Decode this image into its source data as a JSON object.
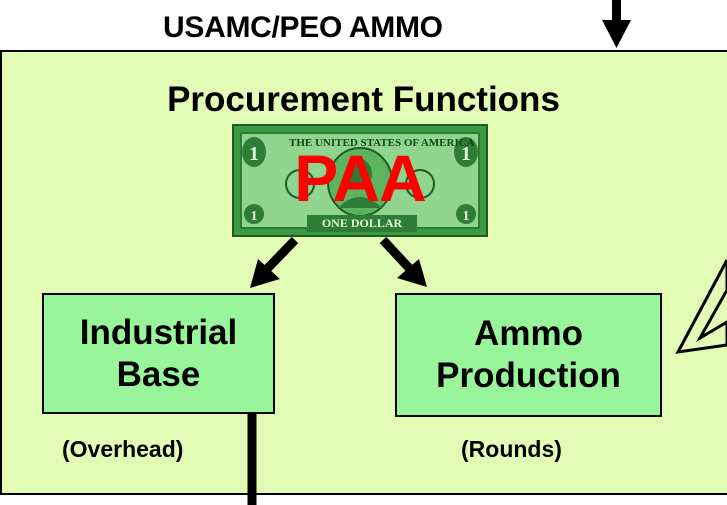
{
  "header": {
    "title": "USAMC/PEO AMMO"
  },
  "section": {
    "title": "Procurement  Functions"
  },
  "bill": {
    "top_text": "THE UNITED STATES OF AMERICA",
    "bottom_text": "ONE DOLLAR",
    "overlay_text": "PAA",
    "colors": {
      "bill_green": "#3c9a44",
      "overlay_red": "#ff0000"
    }
  },
  "boxes": {
    "industrial_base": {
      "label": "Industrial\nBase",
      "sub": "(Overhead)"
    },
    "ammo_production": {
      "label": "Ammo\nProduction",
      "sub": "(Rounds)"
    }
  },
  "colors": {
    "panel_bg": "#e3fcb5",
    "box_bg": "#99f599"
  }
}
